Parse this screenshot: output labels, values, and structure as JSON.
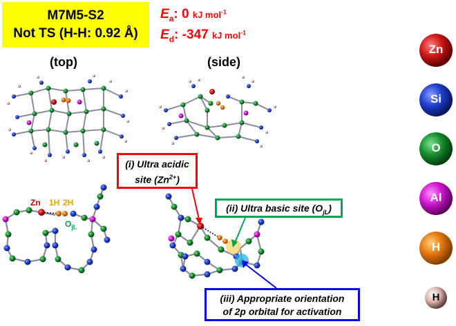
{
  "title": {
    "line1": "M7M5-S2",
    "line2": "Not TS (H-H: 0.92 Å)"
  },
  "energies": {
    "ea": {
      "symbol": "E",
      "sub": "a",
      "value": ": 0",
      "unit": "kJ mol",
      "exp": "-1"
    },
    "ed": {
      "symbol": "E",
      "sub": "d",
      "value": ": -347",
      "unit": "kJ mol",
      "exp": "-1"
    }
  },
  "views": {
    "top": "(top)",
    "side": "(side)"
  },
  "atom_labels": {
    "zn": "Zn",
    "h1": "1H",
    "h2": "2H",
    "ojl": "O",
    "ojl_sub": "jL"
  },
  "callouts": {
    "acidic": {
      "line1": "(i) Ultra acidic",
      "line2_pre": "site (Zn",
      "line2_sup": "2+",
      "line2_post": ")"
    },
    "basic": {
      "pre": "(ii) Ultra basic site (O",
      "sub": "jL",
      "post": ")"
    },
    "orientation": {
      "line1": "(iii) Appropriate orientation",
      "line2": "of 2p orbital for activation"
    }
  },
  "legend": [
    {
      "label": "Zn",
      "color": "#c8141e"
    },
    {
      "label": "Si",
      "color": "#1e3cc8"
    },
    {
      "label": "O",
      "color": "#148c28"
    },
    {
      "label": "Al",
      "color": "#c814c8"
    },
    {
      "label": "H",
      "color": "#e6780a"
    },
    {
      "label": "H",
      "color": "#c8a09a"
    }
  ],
  "colors": {
    "red": "#ff0000",
    "green": "#00a651",
    "blue": "#0000ff",
    "yellow": "#ffff00"
  }
}
